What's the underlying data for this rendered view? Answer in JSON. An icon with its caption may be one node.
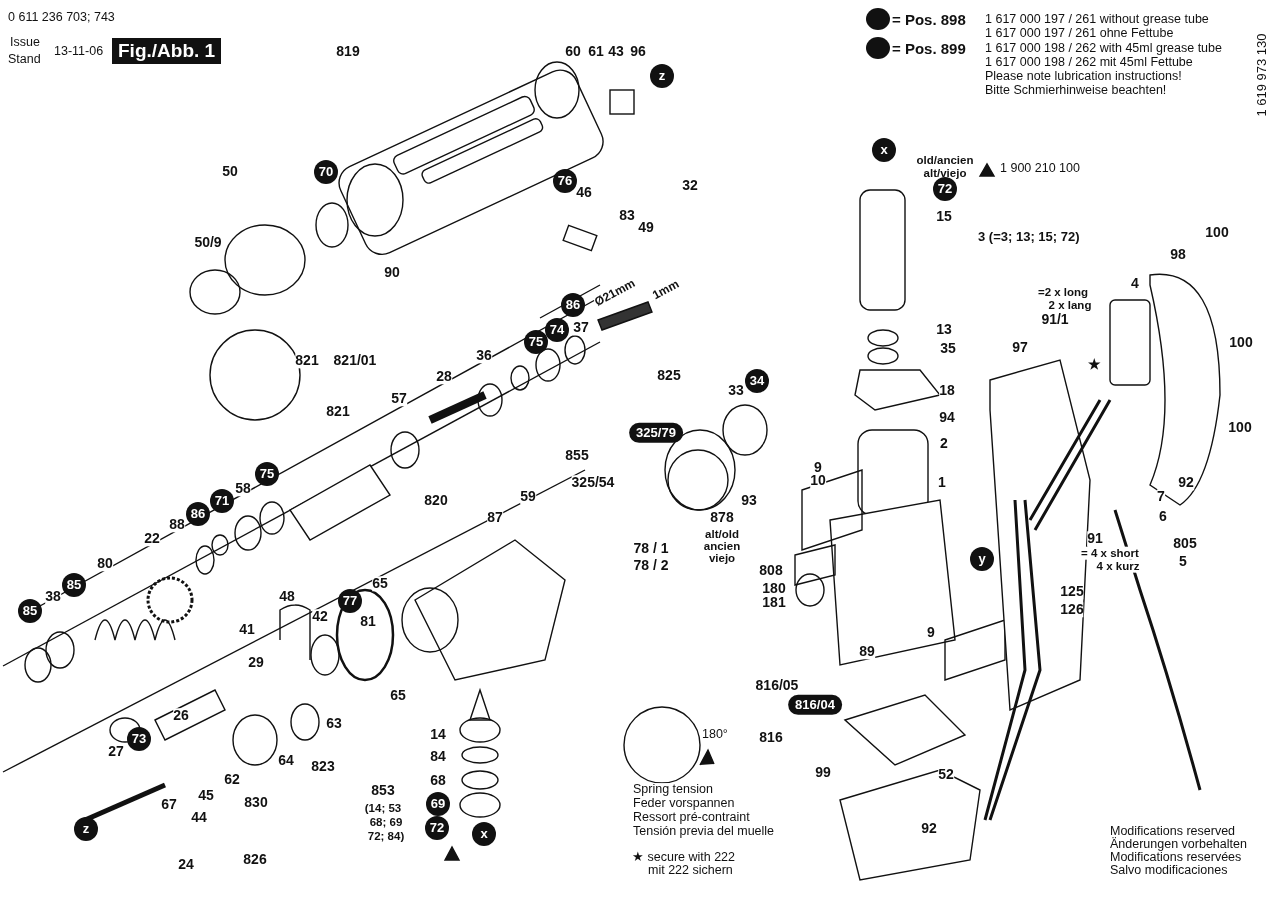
{
  "diagram": {
    "title": "Fig./Abb. 1",
    "labels": [
      "0 611 236 703; 743",
      "Issue",
      "Stand",
      "13-11-06",
      "1 617 000 197 / 261 without grease tube",
      "1 617 000 197 / 261 ohne Fettube",
      "1 617 000 198 / 262 with 45ml grease tube",
      "1 617 000 198 / 262 mit 45ml Fettube",
      "Please note lubrication instructions!",
      "Bitte Schmierhinweise beachten!",
      "1 619 973 130",
      "819",
      "60",
      "61",
      "43",
      "96",
      "z",
      "70",
      "50",
      "50/9",
      "90",
      "76",
      "46",
      "32",
      "83",
      "49",
      "Ø21mm",
      "1mm",
      "86",
      "37",
      "74",
      "75",
      "36",
      "28",
      "57",
      "821",
      "821/01",
      "821",
      "75",
      "58",
      "71",
      "86",
      "88",
      "22",
      "80",
      "85",
      "38",
      "85",
      "820",
      "87",
      "59",
      "855",
      "325/54",
      "825",
      "33",
      "34",
      "325/79",
      "93",
      "878",
      "alt/old",
      "ancien",
      "viejo",
      "78 / 1",
      "78 / 2",
      "48",
      "41",
      "42",
      "77",
      "65",
      "81",
      "29",
      "65",
      "26",
      "73",
      "27",
      "63",
      "64",
      "823",
      "62",
      "45",
      "830",
      "67",
      "44",
      "z",
      "24",
      "826",
      "14",
      "84",
      "68",
      "853",
      "(14; 53",
      "68; 69",
      "72; 84)",
      "69",
      "72",
      "x",
      "180°",
      "Spring tension",
      "Feder vorspannen",
      "Ressort pré-contraint",
      "Tensión previa del muelle",
      "★ secure with 222",
      "mit 222 sichern",
      "x",
      "old/ancien",
      "alt/viejo",
      "1 900 210 100",
      "72",
      "15",
      "3 (=3; 13; 15; 72)",
      "13",
      "35",
      "18",
      "94",
      "2",
      "9",
      "10",
      "1",
      "808",
      "180",
      "181",
      "y",
      "9",
      "89",
      "816/05",
      "816/04",
      "816",
      "99",
      "52",
      "92",
      "100",
      "98",
      "4",
      "=2 x long",
      "2 x lang",
      "91/1",
      "97",
      "★",
      "100",
      "100",
      "92",
      "7",
      "6",
      "805",
      "5",
      "91",
      "= 4 x short",
      "4 x kurz",
      "125",
      "126",
      "Modifications reserved",
      "Änderungen vorbehalten",
      "Modifications reservées",
      "Salvo modificaciones"
    ],
    "legend": [
      {
        "text": "= Pos. 898",
        "color": "#111111"
      },
      {
        "text": "= Pos. 899",
        "color": "#111111"
      }
    ]
  }
}
